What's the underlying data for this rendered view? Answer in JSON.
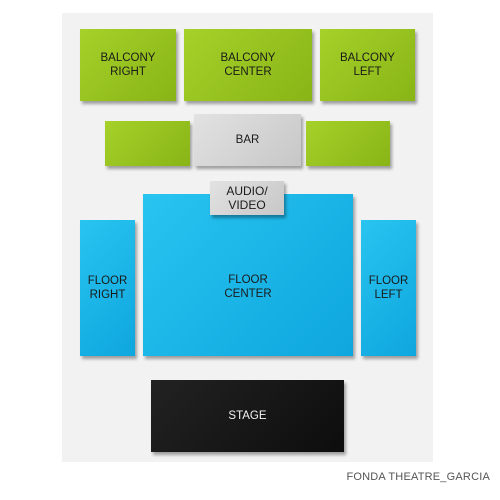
{
  "venue_label": "FONDA THEATRE_GARCIA",
  "colors": {
    "balcony": "#95c21e",
    "floor": "#1ab4e8",
    "bar": "#d3d3d3",
    "stage": "#151515"
  },
  "sections": {
    "balcony_right": "BALCONY\nRIGHT",
    "balcony_center": "BALCONY\nCENTER",
    "balcony_left": "BALCONY\nLEFT",
    "balcony_side_right": "",
    "bar": "BAR",
    "balcony_side_left": "",
    "audio_video": "AUDIO/\nVIDEO",
    "floor_right": "FLOOR\nRIGHT",
    "floor_center": "FLOOR\nCENTER",
    "floor_left": "FLOOR\nLEFT",
    "stage": "STAGE"
  }
}
